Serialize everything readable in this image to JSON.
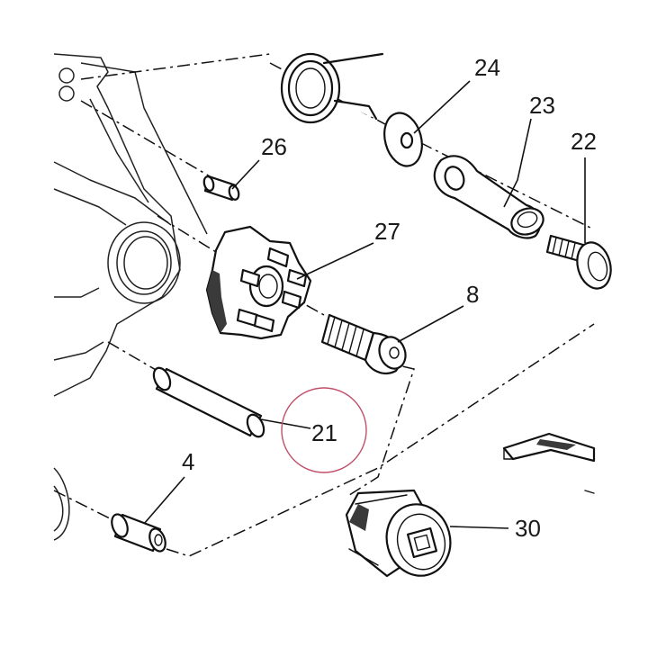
{
  "callouts": {
    "p4": "4",
    "p8": "8",
    "p21": "21",
    "p22": "22",
    "p23": "23",
    "p24": "24",
    "p26": "26",
    "p27": "27",
    "p30": "30"
  },
  "highlight": {
    "target": "p21",
    "color": "#c0506a"
  }
}
